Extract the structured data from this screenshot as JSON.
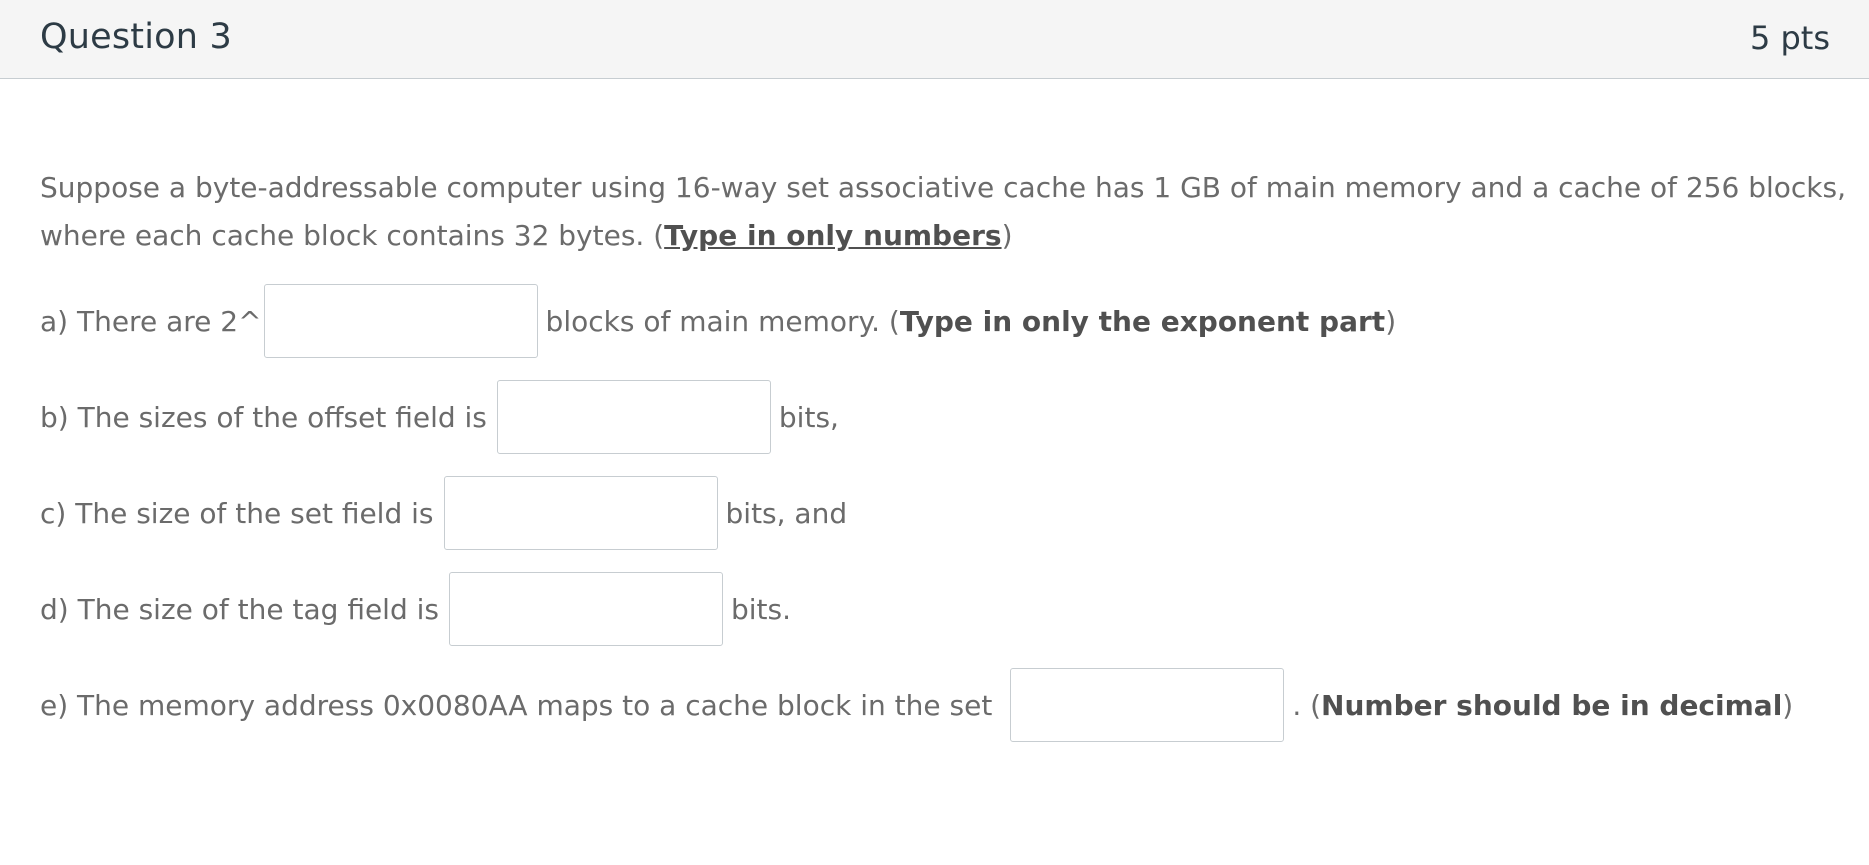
{
  "header": {
    "title": "Question 3",
    "points": "5 pts"
  },
  "intro": {
    "line1": "Suppose a byte-addressable computer using 16-way set associative cache has 1 GB of main memory and a cache of 256 blocks,",
    "line2_prefix": "where each cache block contains 32 bytes. (",
    "line2_emphasis": "Type in only numbers",
    "line2_suffix": ")"
  },
  "parts": {
    "a": {
      "prefix": "a) There are 2^",
      "suffix_text": "blocks of main memory. (",
      "suffix_bold": "Type in only the exponent part",
      "suffix_end": ")",
      "value": ""
    },
    "b": {
      "prefix": "b) The sizes of the offset field is",
      "suffix": "bits,",
      "value": ""
    },
    "c": {
      "prefix": "c) The size of the set field is",
      "suffix": "bits, and",
      "value": ""
    },
    "d": {
      "prefix": "d) The size of the tag field is",
      "suffix": "bits.",
      "value": ""
    },
    "e": {
      "prefix": "e) The memory address 0x0080AA maps to a cache block in the set",
      "suffix_text": ". (",
      "suffix_bold": "Number should be in decimal",
      "suffix_end": ")",
      "value": ""
    }
  }
}
